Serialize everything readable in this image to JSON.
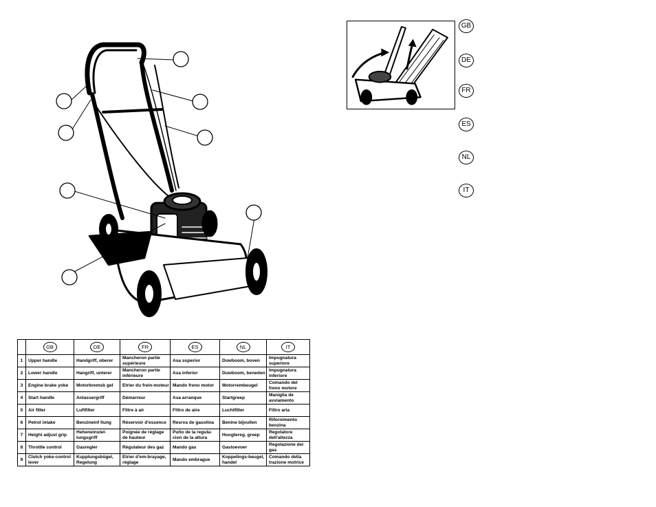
{
  "languages": [
    "GB",
    "DE",
    "FR",
    "ES",
    "NL",
    "IT"
  ],
  "table": {
    "headers": [
      "",
      "GB",
      "DE",
      "FR",
      "ES",
      "NL",
      "IT"
    ],
    "rows": [
      [
        "1",
        "Upper handle",
        "Handgriff, oberer",
        "Mancheron partie supérieure",
        "Asa superior",
        "Duwboom, boven",
        "Impugnatura superiore"
      ],
      [
        "2",
        "Lower handle",
        "Hangriff, unterer",
        "Mancheron partie inférieure",
        "Asa inferior",
        "Duwboom, beneden",
        "Impugnatura inferiore"
      ],
      [
        "3",
        "Engine brake yoke",
        "Motorbremsb gel",
        "Etrier du frein-moteur",
        "Mando freno motor",
        "Motorrembeugel",
        "Comando del freno motore"
      ],
      [
        "4",
        "Start handle",
        "Anlassergriff",
        "Démarreur",
        "Asa arranque",
        "Startgreep",
        "Maniglia de avviamento"
      ],
      [
        "5",
        "Air filter",
        "Luftfilter",
        "Filtre à air",
        "Filtro de aire",
        "Luchtfilter",
        "Filtro aria"
      ],
      [
        "6",
        "Petrol intake",
        "Benzineinf llung",
        "Réservoir d'essence",
        "Resrva de gasolina",
        "Benine bijvullen",
        "Rifornimento benzina"
      ],
      [
        "7",
        "Height adjust grip",
        "Heheneinstel-lungsgriff",
        "Poignée de réglage de hauteur",
        "Puño de la regula-cion de la altura",
        "Hoogtereg. greep",
        "Regolatore dell'altezza"
      ],
      [
        "8",
        "Throttle control",
        "Gasregler",
        "Régulateur des gaz",
        "Mando gas",
        "Gastoevoer",
        "Regolazione dei gas"
      ],
      [
        "9",
        "Clutch yoke-control lever",
        "Kupplungsbügel, Regelung",
        "Etrier d'em-brayage, réglage",
        "Mando embrague",
        "Koppelings-beugel, handel",
        "Comando della trazione motrice"
      ]
    ]
  }
}
